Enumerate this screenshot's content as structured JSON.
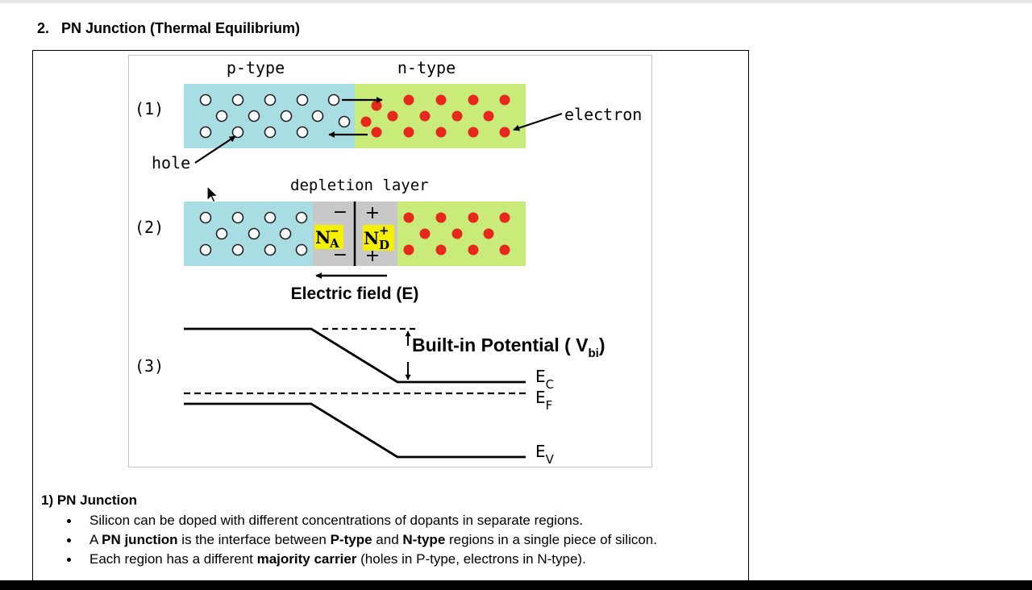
{
  "section": {
    "number": "2.",
    "title": "PN Junction (Thermal Equilibrium)"
  },
  "figure": {
    "step1_label": "(1)",
    "step2_label": "(2)",
    "step3_label": "(3)",
    "p_type_label": "p-type",
    "n_type_label": "n-type",
    "hole_label": "hole",
    "electron_label": "electron",
    "depletion_label": "depletion layer",
    "electric_field_label": "Electric field (E)",
    "na_base": "N",
    "na_sup": "−",
    "na_sub": "A",
    "nd_base": "N",
    "nd_sup": "+",
    "nd_sub": "D",
    "minus_sign": "−",
    "plus_sign": "+",
    "vbi_prefix": "Built-in Potential ( V",
    "vbi_sub": "bi",
    "vbi_suffix": ")",
    "e_letter": "E",
    "ec_sub": "C",
    "ef_sub": "F",
    "ev_sub": "V",
    "colors": {
      "p_region": "#a8dde3",
      "n_region": "#c8eb7a",
      "depletion": "#c8c8c8",
      "electron": "#e8271d",
      "label_highlight": "#f5f000"
    }
  },
  "notes": {
    "title": "1) PN Junction",
    "bullet1": "Silicon can be doped with different concentrations of dopants in separate regions.",
    "bullet2_a": "A ",
    "bullet2_b": "PN junction",
    "bullet2_c": " is the interface between ",
    "bullet2_d": "P-type",
    "bullet2_e": " and ",
    "bullet2_f": "N-type",
    "bullet2_g": " regions in a single piece of silicon.",
    "bullet3_a": "Each region has a different ",
    "bullet3_b": "majority carrier",
    "bullet3_c": " (holes in P-type, electrons in N-type)."
  }
}
